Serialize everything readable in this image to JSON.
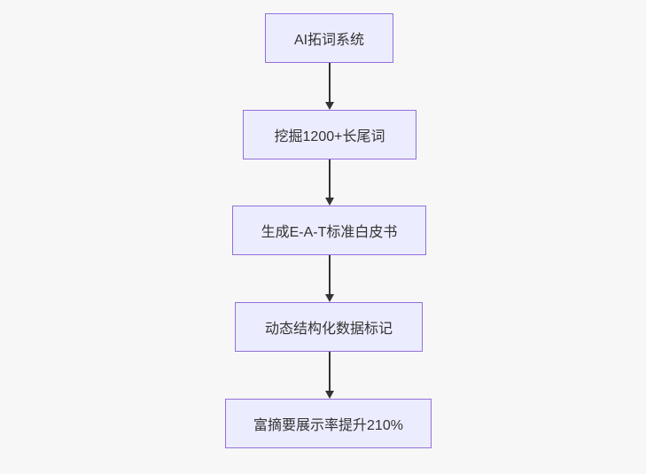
{
  "diagram": {
    "type": "flowchart",
    "direction": "top-down",
    "nodes": [
      {
        "id": "1",
        "label": "AI拓词系统"
      },
      {
        "id": "2",
        "label": "挖掘1200+长尾词"
      },
      {
        "id": "3",
        "label": "生成E-A-T标准白皮书"
      },
      {
        "id": "4",
        "label": "动态结构化数据标记"
      },
      {
        "id": "5",
        "label": "富摘要展示率提升210%"
      }
    ],
    "edges": [
      {
        "from": "1",
        "to": "2"
      },
      {
        "from": "2",
        "to": "3"
      },
      {
        "from": "3",
        "to": "4"
      },
      {
        "from": "4",
        "to": "5"
      }
    ],
    "colors": {
      "node_fill": "#ECECFF",
      "node_border": "#9370DB",
      "arrow": "#333333",
      "text": "#333333",
      "background": "#F7F7F7"
    }
  }
}
